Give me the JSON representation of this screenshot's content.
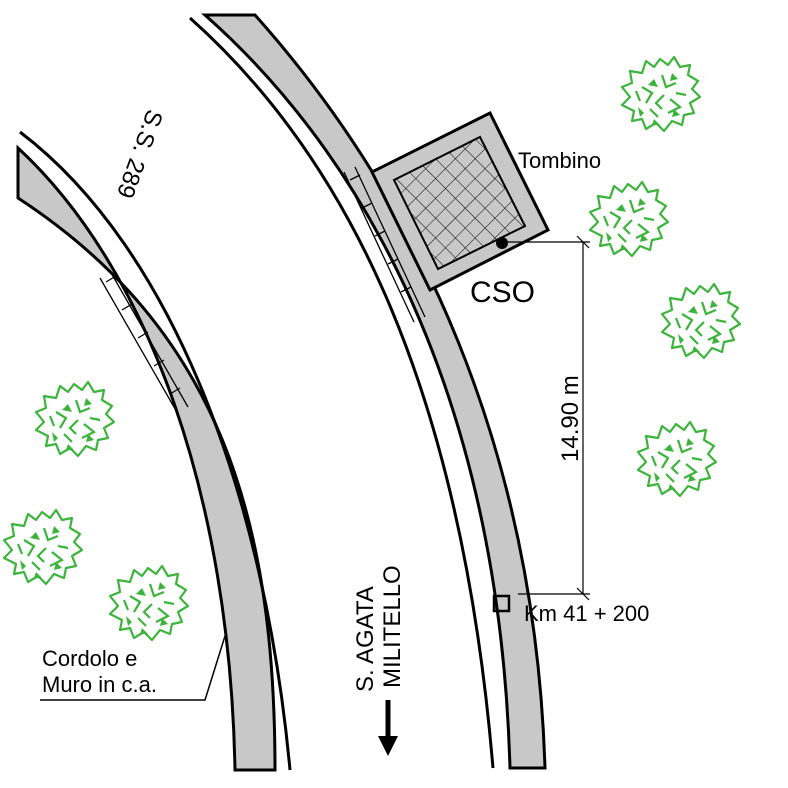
{
  "road": {
    "name": "S.S. 289",
    "direction_label_line1": "S. AGATA",
    "direction_label_line2": "MILITELLO"
  },
  "structures": {
    "tombino_label": "Tombino",
    "cso_label": "CSO"
  },
  "measurement": {
    "distance_label": "14.90 m",
    "chainage_label": "Km 41 + 200"
  },
  "notes": {
    "cordolo_line1": "Cordolo e",
    "cordolo_line2": "Muro in c.a."
  },
  "colors": {
    "curb_fill": "#c8c8c8",
    "outline": "#000000",
    "tree": "#3cb43c",
    "background": "#ffffff"
  },
  "icons": {
    "tree": "tree-icon",
    "direction": "arrow-down-icon",
    "marker": "square-marker-icon"
  }
}
